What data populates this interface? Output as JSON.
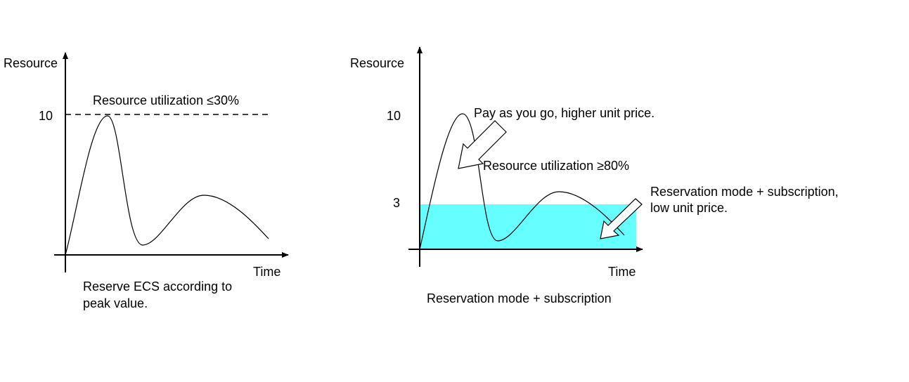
{
  "left_panel": {
    "y_axis_label": "Resource",
    "x_axis_label": "Time",
    "tick_10": "10",
    "utilization_label": "Resource utilization ≤30%",
    "caption_line1": "Reserve ECS according to",
    "caption_line2": "peak value."
  },
  "right_panel": {
    "y_axis_label": "Resource",
    "x_axis_label": "Time",
    "tick_10": "10",
    "tick_3": "3",
    "payg_label": "Pay as you go, higher unit price.",
    "utilization_label": "Resource utilization ≥80%",
    "reservation_line1": "Reservation mode + subscription,",
    "reservation_line2": "low unit price.",
    "caption": "Reservation mode + subscription",
    "reserved_fill_color": "#66ffff"
  }
}
